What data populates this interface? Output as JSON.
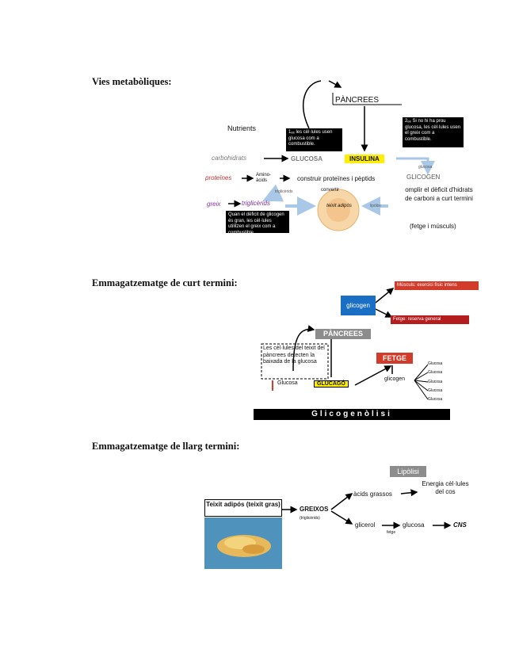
{
  "headings": {
    "vies": "Vies metabòliques:",
    "curt": "Emmagatzematge de curt termini:",
    "llarg": "Emmagatzematge de llarg termini:"
  },
  "d1": {
    "pancrees": "PÀNCREES",
    "nutrients": "Nutrients",
    "box_left": "1ₑₑ les cèl·lules usen glucosa com a combustible.",
    "box_right": "2ₑₑ Si no hi ha prou glucosa, les cèl·lules usen el greix com a combustible.",
    "carbohidrats": "carbohidrats",
    "glucosa": "GLUCOSA",
    "insulina": "INSULINA",
    "glicogen": "GLICOGEN",
    "proteines": "proteïnes",
    "aminoacids": "Amino-àcids",
    "construir": "construir proteïnes i pèptids",
    "greix": "greix",
    "triglicerids": "triglicèrids",
    "teixit_top": "convertir",
    "teixit": "teixit adipós",
    "omplir": "omplir el dèficit d'hidrats de carboni a curt termini",
    "fetge": "(fetge i músculs)",
    "box_bottom": "Quan el dèficit de glicogen és gran, les cèl·lules utilitzen el greix com a combustible.",
    "small1": "glucosa",
    "small2": "triglicèrids",
    "small3": "lipòlisi"
  },
  "d2": {
    "musculs": "Músculs: exercici físic intens",
    "fetge_red": "Fetge: reserva general",
    "glicogen": "glicogen",
    "pancrees": "PÀNCREES",
    "dashed": "Les cèl·lules del teixit del pàncrees detecten la baixada de la glucosa",
    "fetge": "FETGE",
    "glucosa": "Glucosa",
    "glucago": "GLUCAGÓ",
    "glicogen2": "glicogen",
    "g1": "Glucosa",
    "g2": "Glucosa",
    "g3": "Glucosa",
    "g4": "Glucosa",
    "g5": "Glucosa",
    "bar": "Glicogenòlisi"
  },
  "d3": {
    "lipolisi": "Lipòlisi",
    "teixit": "Teixit adipós (teixit gras)",
    "greixos": "GREIXOS",
    "triglicerids": "(triglicèrids)",
    "acids": "àcids grassos",
    "energia": "Energia cèl·lules del cos",
    "glicerol": "glicerol",
    "fetge": "fetge",
    "glucosa": "glucosa",
    "cns": "CNS"
  },
  "colors": {
    "yellow": "#ffee00",
    "blue": "#1a6fc4",
    "red": "#d23a2a",
    "gray": "#8c8c8c",
    "arrowblue": "#a9c7e6"
  }
}
